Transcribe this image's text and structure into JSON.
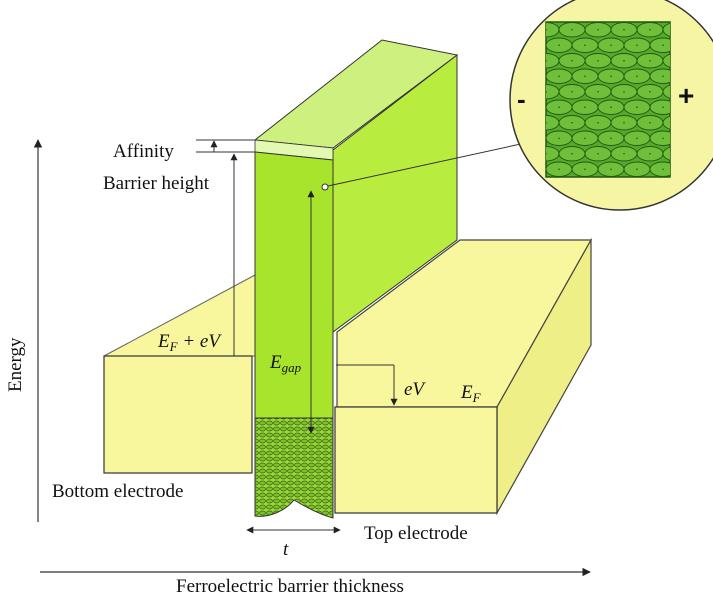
{
  "labels": {
    "affinity": "Affinity",
    "barrier_height": "Barrier height",
    "energy": "Energy",
    "x_axis": "Ferroelectric barrier thickness",
    "bottom_electrode": "Bottom electrode",
    "top_electrode": "Top electrode",
    "thickness": "t",
    "ef_eV_base": "E",
    "ef_eV_sub": "F",
    "ef_eV_rest": " + eV",
    "egap_base": "E",
    "egap_sub": "gap",
    "ev": "eV",
    "ef_base": "E",
    "ef_sub": "F",
    "minus": "-",
    "plus": "+"
  },
  "colors": {
    "electrode_fill": "#f8f79e",
    "electrode_side": "#efef88",
    "barrier_front": "#a9e42c",
    "barrier_top": "#cdf07f",
    "barrier_side": "#b8ec3e",
    "inset_circle": "#f6f5a4",
    "domain_fill": "#6fbf3a",
    "domain_stroke": "#1e5a12",
    "line": "#222222"
  }
}
